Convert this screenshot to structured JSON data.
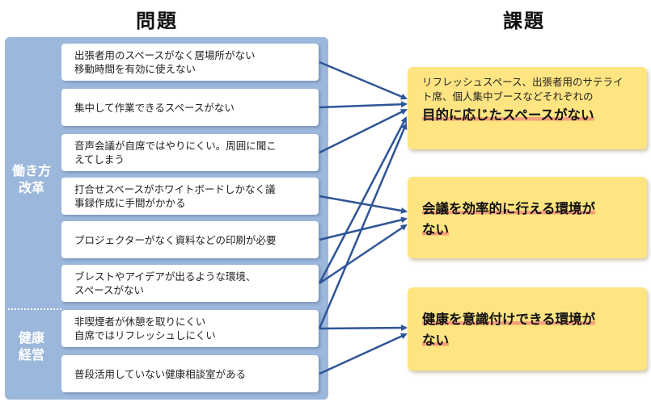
{
  "headings": {
    "problems": "問題",
    "issues": "課題"
  },
  "groups": {
    "work_style": [
      "働き方",
      "改革"
    ],
    "health": [
      "健康",
      "経営"
    ]
  },
  "problems": [
    [
      "出張者用のスペースがなく居場所がない",
      "移動時間を有効に使えない"
    ],
    [
      "集中して作業できるスペースがない"
    ],
    [
      "音声会議が自席ではやりにくい。周囲に聞こ",
      "えてしまう"
    ],
    [
      "打合せスペースがホワイトボードしかなく議",
      "事録作成に手間がかかる"
    ],
    [
      "プロジェクターがなく資料などの印刷が必要"
    ],
    [
      "ブレストやアイデアが出るような環境、",
      "スペースがない"
    ],
    [
      "非喫煙者が休憩を取りにくい",
      "自席ではリフレッシュしにくい"
    ],
    [
      "普段活用していない健康相談室がある"
    ]
  ],
  "issues": [
    {
      "sub": [
        "リフレッシュスペース、出張者用のサテライ",
        "ト席、個人集中ブースなどそれぞれの"
      ],
      "main": [
        "目的に応じたスペースがない"
      ]
    },
    {
      "sub": [],
      "main": [
        "会議を効率的に行える環境が",
        "ない"
      ]
    },
    {
      "sub": [],
      "main": [
        "健康を意識付けできる環境が",
        "ない"
      ]
    }
  ],
  "colors": {
    "panel": "#9cb7dc",
    "issue_box": "#ffe582",
    "highlight": "#f5a07a",
    "arrow": "#2f5597"
  }
}
